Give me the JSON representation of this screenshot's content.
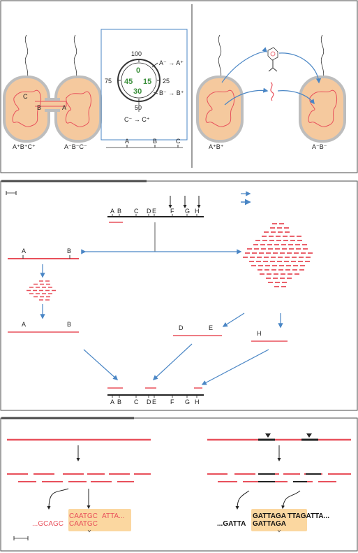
{
  "colors": {
    "panel_border": "#4a4a4a",
    "cell_fill": "#f5c99e",
    "cell_wall": "#bdbdbd",
    "dna_red": "#e8505b",
    "arrow_blue": "#4a86c5",
    "highlight": "#fbd7a0",
    "green_text": "#3a8f3a"
  },
  "panel_top": {
    "left_cell_genotype": "A⁺B⁺C⁺",
    "right_cell_genotype": "A⁻B⁻C⁻",
    "gene_labels": [
      "C",
      "B",
      "A"
    ],
    "clock": {
      "top": "100",
      "left": "75",
      "right": "25",
      "bottom": "50",
      "inner": [
        "0",
        "45",
        "15",
        "30"
      ]
    },
    "transfers": [
      "A⁻ → A⁺",
      "B⁻ → B⁺",
      "C⁻ → C⁺"
    ],
    "map_labels": [
      "A",
      "B",
      "C"
    ],
    "transduction_left_genotype": "A⁺B⁺",
    "transduction_right_genotype": "A⁻B⁻"
  },
  "panel_mid": {
    "map_labels": [
      "A",
      "B",
      "C",
      "D",
      "E",
      "F",
      "G",
      "H"
    ],
    "clone_ab": [
      "A",
      "B"
    ],
    "clone_ab2": [
      "A",
      "B"
    ],
    "clone_de": [
      "D",
      "E"
    ],
    "clone_h": "H"
  },
  "panel_bottom": {
    "left_seq_prefix": "...GCAGC",
    "left_seq_overlap": "CAATGC",
    "left_seq_suffix": "ATTA...",
    "left_seq_second": "CAATGC",
    "right_seq_prefix": "...GATTA",
    "right_seq_overlap": "GATTAGA",
    "right_seq_top_suffix": "TTAGATTA...",
    "right_seq_top_prefix": "GATTAGA"
  }
}
